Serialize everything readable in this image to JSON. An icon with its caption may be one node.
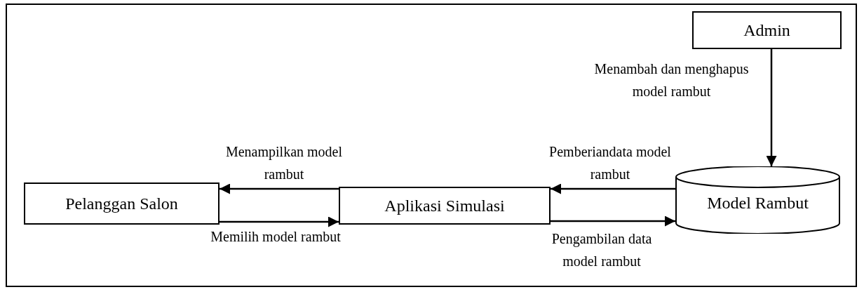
{
  "diagram": {
    "nodes": [
      {
        "text": [
          "Admin"
        ]
      },
      {
        "text": [
          "Pelanggan Salon"
        ]
      },
      {
        "text": [
          "Aplikasi Simulasi"
        ]
      },
      {
        "text": [
          "Model Rambut"
        ]
      }
    ],
    "edges": [
      {
        "from": 0,
        "to": 3,
        "arrow": "to",
        "label": "Menambah dan menghapus model rambut"
      },
      {
        "from": 2,
        "to": 1,
        "arrow": "to",
        "label": "Menampilkan model rambut"
      },
      {
        "from": 1,
        "to": 2,
        "arrow": "to",
        "label": "Memilih model rambut"
      },
      {
        "from": 3,
        "to": 2,
        "arrow": "to",
        "label": "Pemberiandata model rambut"
      },
      {
        "from": 2,
        "to": 3,
        "arrow": "to",
        "label": "Pengambilan data model rambut"
      }
    ]
  }
}
